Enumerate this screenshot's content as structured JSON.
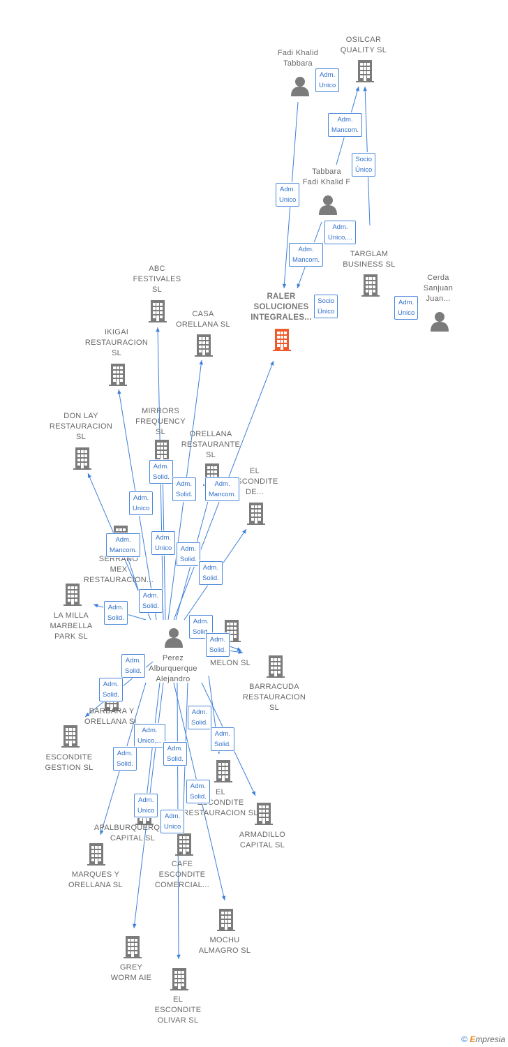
{
  "colors": {
    "edge": "#3d7fd9",
    "node": "#7b7b7b",
    "highlight": "#f0592a",
    "label": "#666666"
  },
  "nodes": [
    {
      "id": "osilcar",
      "type": "company",
      "lines": [
        "OSILCAR",
        "QUALITY  SL"
      ]
    },
    {
      "id": "fadi",
      "type": "person",
      "lines": [
        "Fadi Khalid",
        "Tabbara"
      ]
    },
    {
      "id": "tabbara",
      "type": "person",
      "lines": [
        "Tabbara",
        "Fadi Khalid F"
      ]
    },
    {
      "id": "targlam",
      "type": "company",
      "lines": [
        "TARGLAM",
        "BUSINESS  SL"
      ]
    },
    {
      "id": "cerda",
      "type": "person",
      "lines": [
        "Cerda",
        "Sanjuan",
        "Juan..."
      ]
    },
    {
      "id": "raler",
      "type": "company",
      "main": true,
      "lines": [
        "RALER",
        "SOLUCIONES",
        "INTEGRALES..."
      ]
    },
    {
      "id": "abc",
      "type": "company",
      "lines": [
        "ABC",
        "FESTIVALES",
        "SL"
      ]
    },
    {
      "id": "casa",
      "type": "company",
      "lines": [
        "CASA",
        "ORELLANA  SL"
      ]
    },
    {
      "id": "ikigai",
      "type": "company",
      "lines": [
        "IKIGAI",
        "RESTAURACION",
        "SL"
      ]
    },
    {
      "id": "donlay",
      "type": "company",
      "lines": [
        "DON LAY",
        "RESTAURACION",
        "SL"
      ]
    },
    {
      "id": "mirrors",
      "type": "company",
      "lines": [
        "MIRRORS",
        "FREQUENCY",
        "SL"
      ]
    },
    {
      "id": "orellana_rest",
      "type": "company",
      "lines": [
        "ORELLANA",
        "RESTAURANTE",
        "SL"
      ]
    },
    {
      "id": "escondite_de",
      "type": "company",
      "lines": [
        "EL",
        "ESCONDITE",
        "DE..."
      ]
    },
    {
      "id": "serrano",
      "type": "company",
      "lines": [
        "SERRANO",
        "MEX",
        "RESTAURACION..."
      ]
    },
    {
      "id": "lamilla",
      "type": "company",
      "lines": [
        "LA MILLA",
        "MARBELLA",
        "PARK  SL"
      ]
    },
    {
      "id": "perez",
      "type": "person",
      "lines": [
        "Perez",
        "Alburquerque",
        "Alejandro"
      ]
    },
    {
      "id": "melon",
      "type": "company",
      "lines": [
        "MELON  SL"
      ]
    },
    {
      "id": "barracuda",
      "type": "company",
      "lines": [
        "BARRACUDA",
        "RESTAURACION",
        "SL"
      ]
    },
    {
      "id": "barbara",
      "type": "company",
      "lines": [
        "BARBARA Y",
        "ORELLANA  SL"
      ]
    },
    {
      "id": "escondite_gestion",
      "type": "company",
      "lines": [
        "ESCONDITE",
        "GESTION  SL"
      ]
    },
    {
      "id": "escondite_rest",
      "type": "company",
      "lines": [
        "EL",
        "ESCONDITE",
        "RESTAURACION SL"
      ]
    },
    {
      "id": "armadillo",
      "type": "company",
      "lines": [
        "ARMADILLO",
        "CAPITAL  SL"
      ]
    },
    {
      "id": "apalburquerque",
      "type": "company",
      "lines": [
        "APALBURQUERQUE",
        "CAPITAL  SL"
      ]
    },
    {
      "id": "cafe",
      "type": "company",
      "lines": [
        "CAFE",
        "ESCONDITE",
        "COMERCIAL..."
      ]
    },
    {
      "id": "marques",
      "type": "company",
      "lines": [
        "MARQUES Y",
        "ORELLANA  SL"
      ]
    },
    {
      "id": "mochu",
      "type": "company",
      "lines": [
        "MOCHU",
        "ALMAGRO  SL"
      ]
    },
    {
      "id": "grey",
      "type": "company",
      "lines": [
        "GREY",
        "WORM  AIE"
      ]
    },
    {
      "id": "escondite_olivar",
      "type": "company",
      "lines": [
        "EL",
        "ESCONDITE",
        "OLIVAR  SL"
      ]
    }
  ],
  "relations": [
    {
      "id": "r1",
      "lines": [
        "Adm.",
        "Unico"
      ]
    },
    {
      "id": "r2",
      "lines": [
        "Adm.",
        "Mancom."
      ]
    },
    {
      "id": "r3",
      "lines": [
        "Socio",
        "Único"
      ]
    },
    {
      "id": "r4",
      "lines": [
        "Adm.",
        "Unico"
      ]
    },
    {
      "id": "r5",
      "lines": [
        "Adm.",
        "Unico,..."
      ]
    },
    {
      "id": "r6",
      "lines": [
        "Adm.",
        "Mancom."
      ]
    },
    {
      "id": "r7",
      "lines": [
        "Socio",
        "Único"
      ]
    },
    {
      "id": "r8",
      "lines": [
        "Adm.",
        "Unico"
      ]
    },
    {
      "id": "r9",
      "lines": [
        "Adm.",
        "Solid."
      ]
    },
    {
      "id": "r10",
      "lines": [
        "Adm.",
        "Solid."
      ]
    },
    {
      "id": "r11",
      "lines": [
        "Adm.",
        "Mancom."
      ]
    },
    {
      "id": "r12",
      "lines": [
        "Adm.",
        "Unico"
      ]
    },
    {
      "id": "r13",
      "lines": [
        "Adm.",
        "Mancom."
      ]
    },
    {
      "id": "r14",
      "lines": [
        "Adm.",
        "Unico"
      ]
    },
    {
      "id": "r15",
      "lines": [
        "Adm.",
        "Solid."
      ]
    },
    {
      "id": "r16",
      "lines": [
        "Adm.",
        "Solid."
      ]
    },
    {
      "id": "r17",
      "lines": [
        "Adm.",
        "Solid."
      ]
    },
    {
      "id": "r18",
      "lines": [
        "Adm.",
        "Solid."
      ]
    },
    {
      "id": "r19",
      "lines": [
        "Adm.",
        "Solid."
      ]
    },
    {
      "id": "r20",
      "lines": [
        "Adm.",
        "Solid."
      ]
    },
    {
      "id": "r21",
      "lines": [
        "Adm.",
        "Solid."
      ]
    },
    {
      "id": "r22",
      "lines": [
        "Adm.",
        "Solid."
      ]
    },
    {
      "id": "r23",
      "lines": [
        "Adm.",
        "Solid."
      ]
    },
    {
      "id": "r24",
      "lines": [
        "Adm.",
        "Solid."
      ]
    },
    {
      "id": "r25",
      "lines": [
        "Adm.",
        "Unico,..."
      ]
    },
    {
      "id": "r26",
      "lines": [
        "Adm.",
        "Solid."
      ]
    },
    {
      "id": "r27",
      "lines": [
        "Adm.",
        "Solid."
      ]
    },
    {
      "id": "r28",
      "lines": [
        "Adm.",
        "Solid."
      ]
    },
    {
      "id": "r29",
      "lines": [
        "Adm.",
        "Unico"
      ]
    },
    {
      "id": "r30",
      "lines": [
        "Adm.",
        "Solid."
      ]
    },
    {
      "id": "r31",
      "lines": [
        "Adm.",
        "Unico"
      ]
    }
  ],
  "footer": {
    "copyright": "©",
    "brand_initial": "E",
    "brand_rest": "mpresia"
  }
}
